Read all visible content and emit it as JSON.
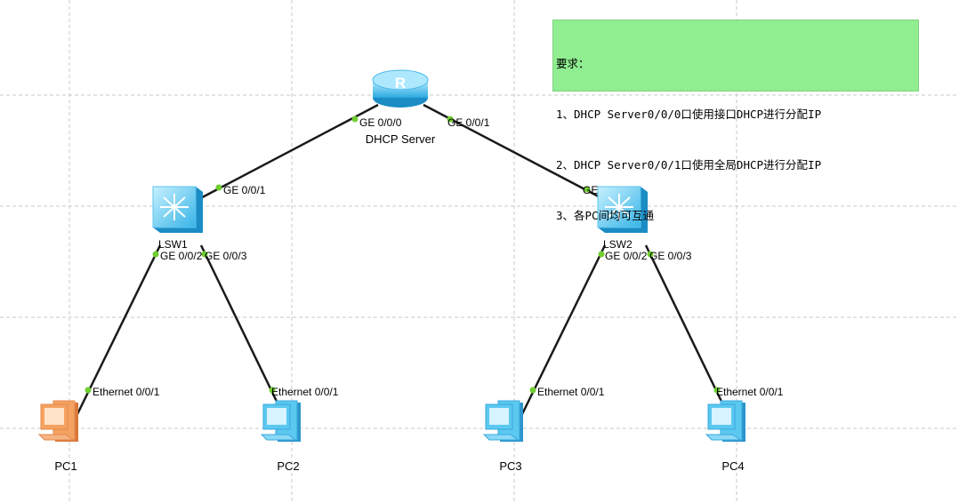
{
  "note": {
    "title": "要求：",
    "lines": [
      "1、DHCP Server0/0/0口使用接口DHCP进行分配IP",
      "2、DHCP Server0/0/1口使用全局DHCP进行分配IP",
      "3、各PC间均可互通"
    ]
  },
  "router": {
    "name": "DHCP Server",
    "icon": "router-icon",
    "glyph": "R"
  },
  "switches": [
    {
      "name": "LSW1",
      "icon": "switch-icon"
    },
    {
      "name": "LSW2",
      "icon": "switch-icon"
    }
  ],
  "pcs": [
    {
      "name": "PC1",
      "icon": "pc-icon",
      "color": "#f4a261"
    },
    {
      "name": "PC2",
      "icon": "pc-icon",
      "color": "#5bc8f0"
    },
    {
      "name": "PC3",
      "icon": "pc-icon",
      "color": "#5bc8f0"
    },
    {
      "name": "PC4",
      "icon": "pc-icon",
      "color": "#5bc8f0"
    }
  ],
  "ports": {
    "r_left": "GE 0/0/0",
    "r_right": "GE 0/0/1",
    "sw1_up": "GE 0/0/1",
    "sw1_d1": "GE 0/0/2",
    "sw1_d2": "GE 0/0/3",
    "sw2_up": "GE 0/0/1",
    "sw2_d1": "GE 0/0/2",
    "sw2_d2": "GE 0/0/3",
    "pc1": "Ethernet 0/0/1",
    "pc2": "Ethernet 0/0/1",
    "pc3": "Ethernet 0/0/1",
    "pc4": "Ethernet 0/0/1"
  },
  "colors": {
    "link": "#1a1a1a",
    "port_dot": "#6fcf2f",
    "grid": "#c8c8c8",
    "note_bg": "#90ee90"
  }
}
